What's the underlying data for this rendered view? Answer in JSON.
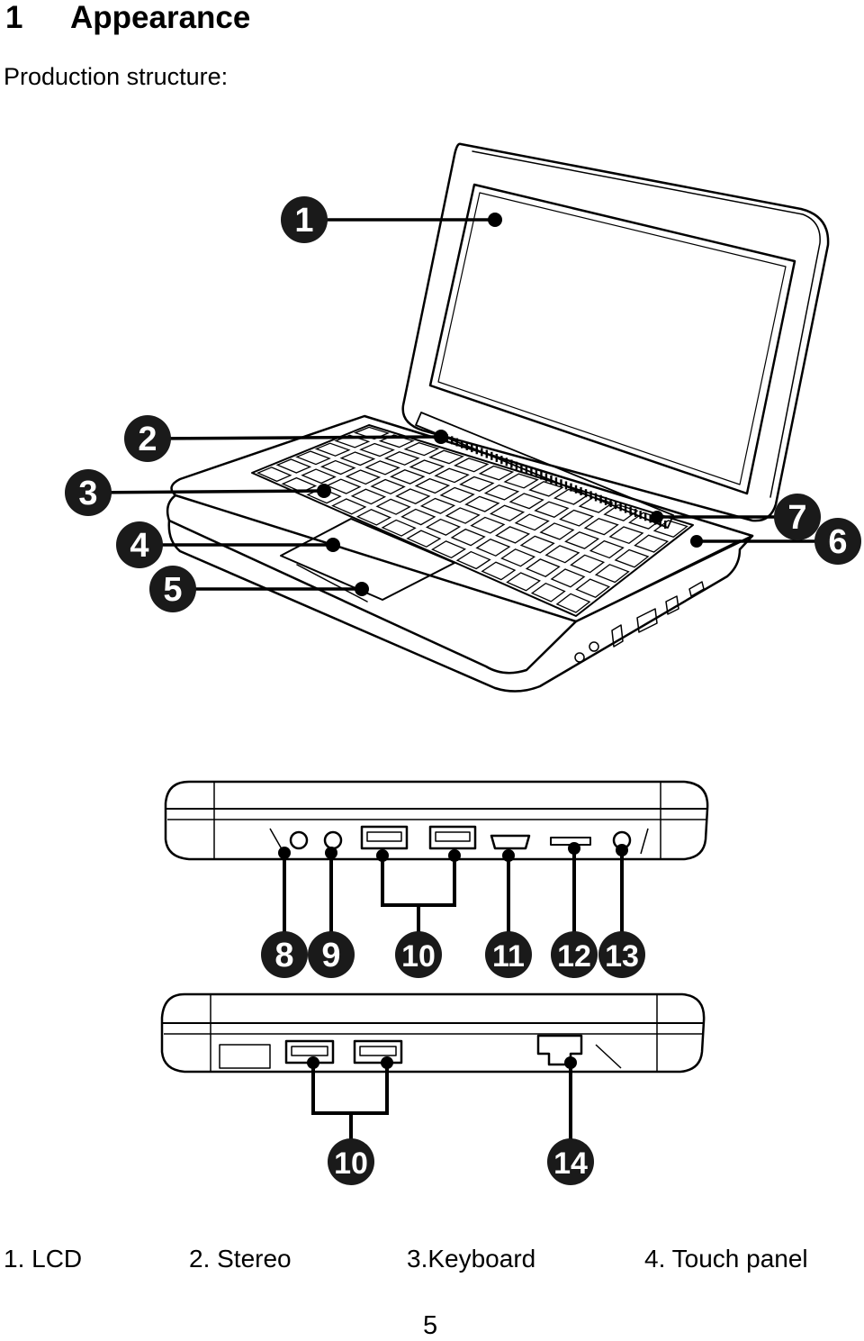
{
  "section": {
    "number": "1",
    "title": "Appearance"
  },
  "subtitle": "Production structure:",
  "callouts": [
    "1",
    "2",
    "3",
    "4",
    "5",
    "6",
    "7",
    "8",
    "9",
    "10",
    "11",
    "12",
    "13",
    "10",
    "14"
  ],
  "legend": [
    "1. LCD",
    "2. Stereo",
    "3.Keyboard",
    "4. Touch panel"
  ],
  "page_number": "5"
}
